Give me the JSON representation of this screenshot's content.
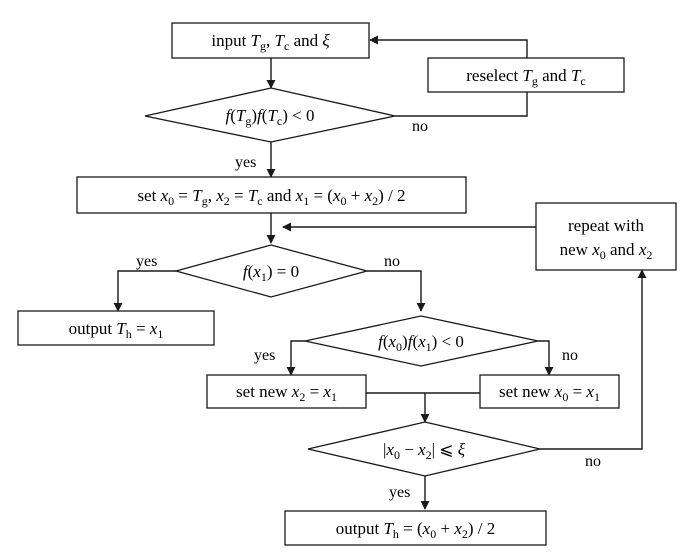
{
  "nodes": {
    "input": {
      "pre": "input ",
      "T": "T",
      "g": "g",
      "comma": ", ",
      "c": "c",
      "and": " and ",
      "xi": "ξ"
    },
    "reselect": {
      "pre": "reselect ",
      "T": "T",
      "g": "g",
      "and": " and ",
      "c": "c"
    },
    "check_sign": {
      "f1": "f",
      "open": "(",
      "T": "T",
      "g": "g",
      "close_open": ")",
      "f2": "f",
      "c": "c",
      "tail": ") < 0"
    },
    "set_init": {
      "pre": "set ",
      "x": "x",
      "s0": "0",
      "eq1": " = ",
      "T": "T",
      "g": "g",
      "sep": ", ",
      "s2": "2",
      "eq2": " = ",
      "c": "c",
      "and": " and ",
      "s1": "1",
      "eq3": " = (",
      "plus": " + ",
      "tail": ") / 2"
    },
    "check_zero": {
      "f": "f",
      "open": "(",
      "x": "x",
      "s1": "1",
      "tail": ") = 0"
    },
    "output_root": {
      "pre": "output ",
      "T": "T",
      "h": "h",
      "eq": " = ",
      "x": "x",
      "s1": "1"
    },
    "check_sub": {
      "f": "f",
      "open": "(",
      "x": "x",
      "s0": "0",
      "mid": ")",
      "s1": "1",
      "tail": ") < 0"
    },
    "set_x2": {
      "pre": "set new ",
      "x": "x",
      "s2": "2",
      "eq": " = ",
      "s1": "1"
    },
    "set_x0": {
      "pre": "set new  ",
      "x": "x",
      "s0": "0",
      "eq": " = ",
      "s1": "1"
    },
    "check_tol": {
      "bar1": "|",
      "x": "x",
      "s0": "0",
      "minus": " − ",
      "s2": "2",
      "tail": "| ⩽ ",
      "xi": "ξ"
    },
    "output_final": {
      "pre": "output ",
      "T": "T",
      "h": "h",
      "eq": " = (",
      "x": "x",
      "s0": "0",
      "plus": " + ",
      "s2": "2",
      "tail": ") / 2"
    },
    "repeat": {
      "line1": "repeat with",
      "pre": "new ",
      "x": "x",
      "s0": "0",
      "and": " and ",
      "s2": "2"
    }
  },
  "labels": {
    "no_sign": "no",
    "yes_sign": "yes",
    "yes_zero": "yes",
    "no_zero": "no",
    "yes_sub": "yes",
    "no_sub": "no",
    "no_tol": "no",
    "yes_tol": "yes"
  },
  "colors": {
    "stroke": "#1a1a1a",
    "text": "#000000"
  }
}
